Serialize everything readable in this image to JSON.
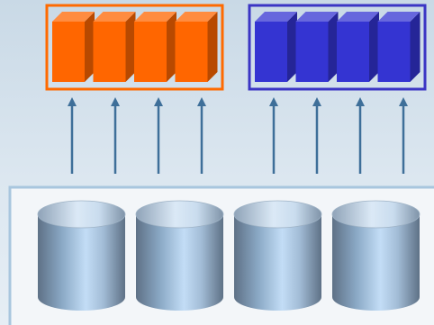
{
  "colors": {
    "background_top": "#c9d9e6",
    "background_bottom": "#e6eef5",
    "orange_group_border": "#ff6a00",
    "orange_block": "#ff6600",
    "blue_group_border": "#3b35c4",
    "blue_block": "#3434d2",
    "arrow": "#3e6f99",
    "storage_panel_border": "#a8c6de",
    "storage_panel_fill": "#f3f6f9",
    "cylinder_light": "#c3ddf6",
    "cylinder_dark": "#5e7186"
  },
  "groups": [
    {
      "name": "orange-block-group",
      "color_key": "orange",
      "block_count": 4
    },
    {
      "name": "blue-block-group",
      "color_key": "blue",
      "block_count": 4
    }
  ],
  "arrows": {
    "count": 8,
    "direction": "up"
  },
  "storage": {
    "cylinder_count": 4
  }
}
